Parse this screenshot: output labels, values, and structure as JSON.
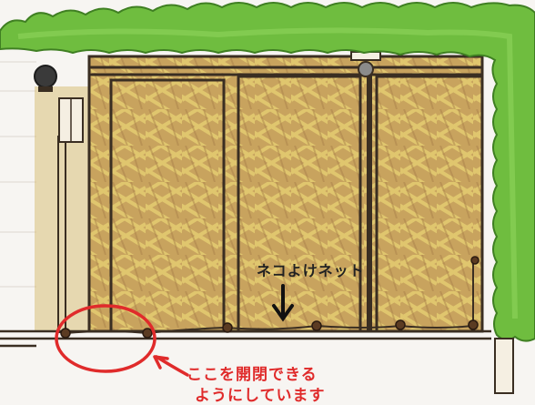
{
  "labels": {
    "net": "ネコよけネット",
    "open_line1": "ここを開閉できる",
    "open_line2": "ようにしています"
  },
  "colors": {
    "hedge": "#6fbd3f",
    "hedge_dark": "#4e9a2a",
    "straw": "#c8a35e",
    "straw_light": "#e6cf72",
    "frame": "#3a2e22",
    "accent_red": "#e02b2b",
    "background": "#f7f5f2"
  },
  "icons": {
    "arrow_down": "down-arrow-icon",
    "arrow_red": "red-arrow-icon",
    "circle_highlight": "red-circle-icon"
  }
}
